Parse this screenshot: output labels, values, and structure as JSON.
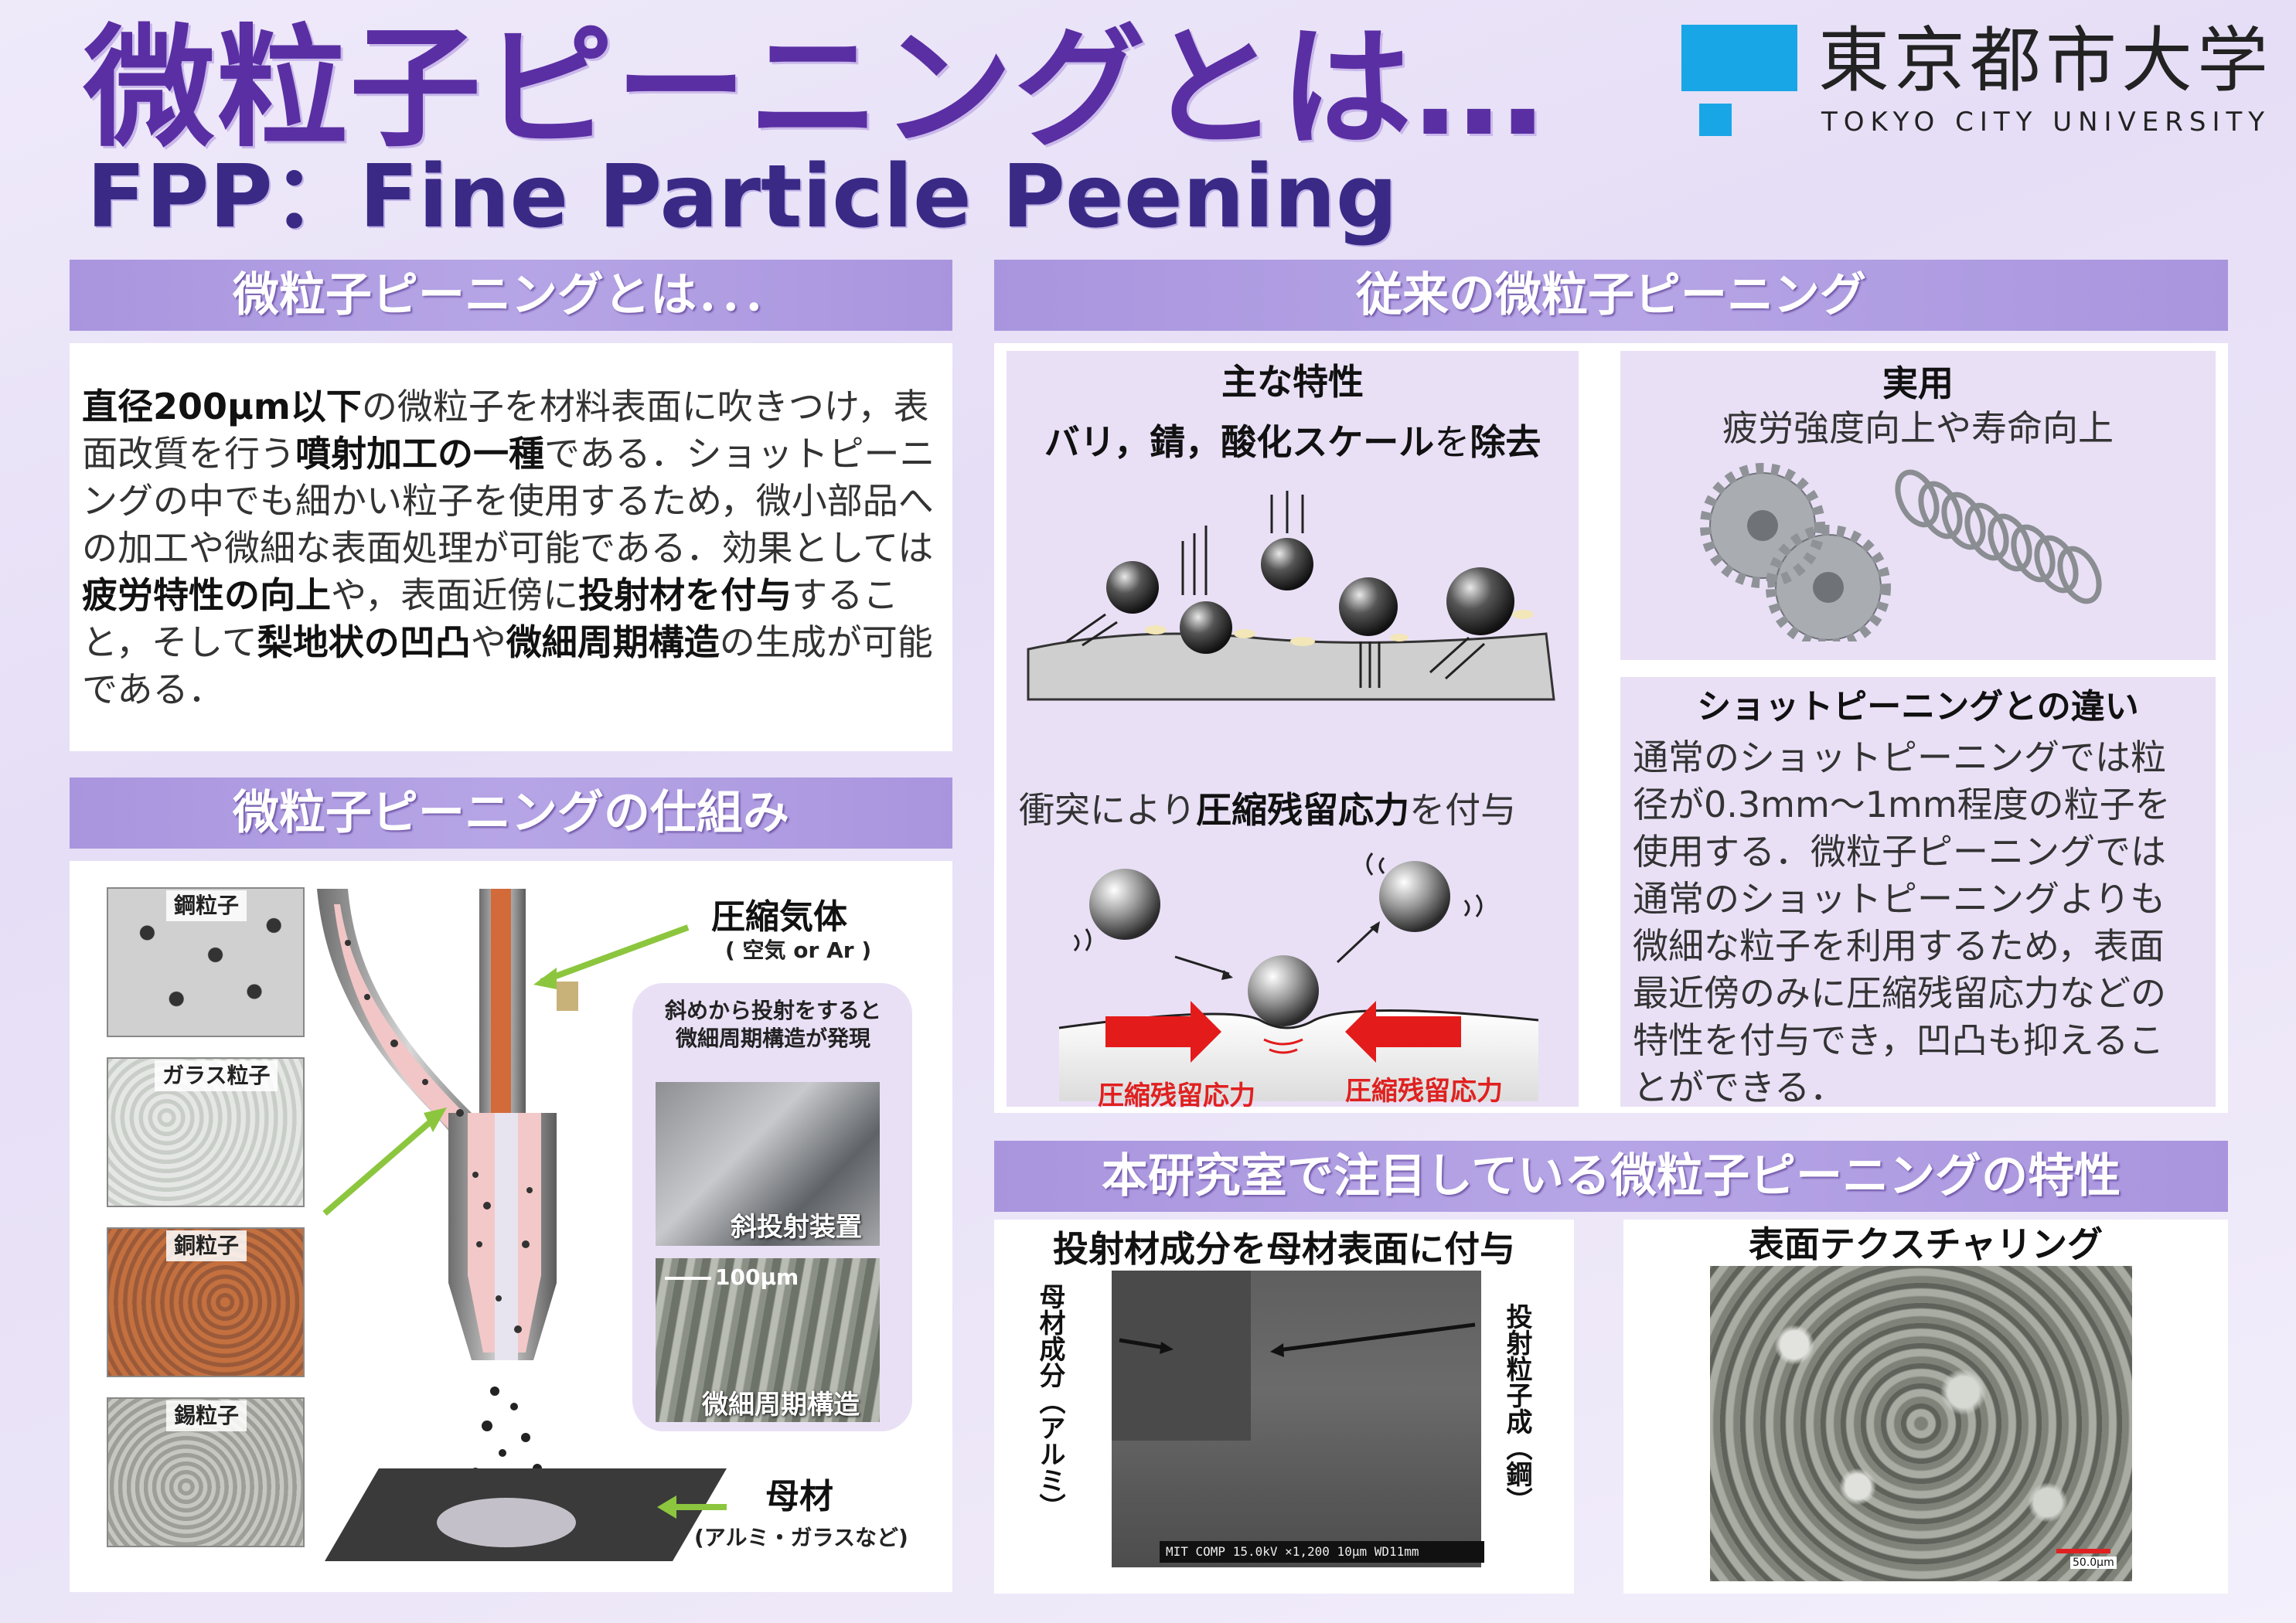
{
  "header": {
    "title": "微粒子ピーニングとは…",
    "subtitle": "FPP：Fine Particle Peening",
    "logo_jp": "東京都市大学",
    "logo_en": "TOKYO CITY UNIVERSITY"
  },
  "about": {
    "heading": "微粒子ピーニングとは．．．",
    "paragraph": [
      {
        "t": "直径200μm以下",
        "b": true
      },
      {
        "t": "の微粒子を材料表面に吹きつけ，表面改質を行う",
        "b": false
      },
      {
        "t": "噴射加工の一種",
        "b": true
      },
      {
        "t": "である．ショットピーニングの中でも細かい粒子を使用するため，微小部品への加工や微細な表面処理が可能である．効果としては",
        "b": false
      },
      {
        "t": "疲労特性の向上",
        "b": true
      },
      {
        "t": "や，表面近傍に",
        "b": false
      },
      {
        "t": "投射材を付与",
        "b": true
      },
      {
        "t": "すること，そして",
        "b": false
      },
      {
        "t": "梨地状の凹凸",
        "b": true
      },
      {
        "t": "や",
        "b": false
      },
      {
        "t": "微細周期構造",
        "b": true
      },
      {
        "t": "の生成が可能である．",
        "b": false
      }
    ]
  },
  "mechanism": {
    "heading": "微粒子ピーニングの仕組み",
    "samples": [
      "鋼粒子",
      "ガラス粒子",
      "銅粒子",
      "錫粒子"
    ],
    "compressed_gas": "圧縮気体",
    "compressed_gas_note": "( 空気 or Ar )",
    "oblique_note": "斜めから投射をすると\n微細周期構造が発現",
    "oblique_device": "斜投射装置",
    "fine_structure": "微細周期構造",
    "scale_100um": "100μm",
    "base_material": "母材",
    "base_material_note": "(アルミ・ガラスなど)"
  },
  "conventional": {
    "heading": "従来の微粒子ピーニング",
    "features_title": "主な特性",
    "features_text_bold1": "バリ，錆，酸化スケール",
    "features_text_normal": "を",
    "features_text_bold2": "除去",
    "residual_normal1": "衝突により",
    "residual_bold": "圧縮残留応力",
    "residual_normal2": "を付与",
    "stress_label_left": "圧縮残留応力",
    "stress_label_right": "圧縮残留応力",
    "practical_title": "実用",
    "practical_text": "疲労強度向上や寿命向上",
    "diff_title": "ショットピーニングとの違い",
    "diff_text": "通常のショットピーニングでは粒径が0.3mm～1mm程度の粒子を使用する．微粒子ピーニングでは通常のショットピーニングよりも微細な粒子を利用するため，表面最近傍のみに圧縮残留応力などの特性を付与でき，凹凸も抑えることができる．"
  },
  "research": {
    "heading": "本研究室で注目している微粒子ピーニングの特性",
    "transfer_title": "投射材成分を母材表面に付与",
    "left_vertical": "母材成分（アルミ）",
    "right_vertical": "投射粒子成（鋼）",
    "sem_caption": "MIT COMP  15.0kV  ×1,200   10μm WD11mm",
    "texture_title": "表面テクスチャリング",
    "texture_scale": "50.0μm"
  }
}
